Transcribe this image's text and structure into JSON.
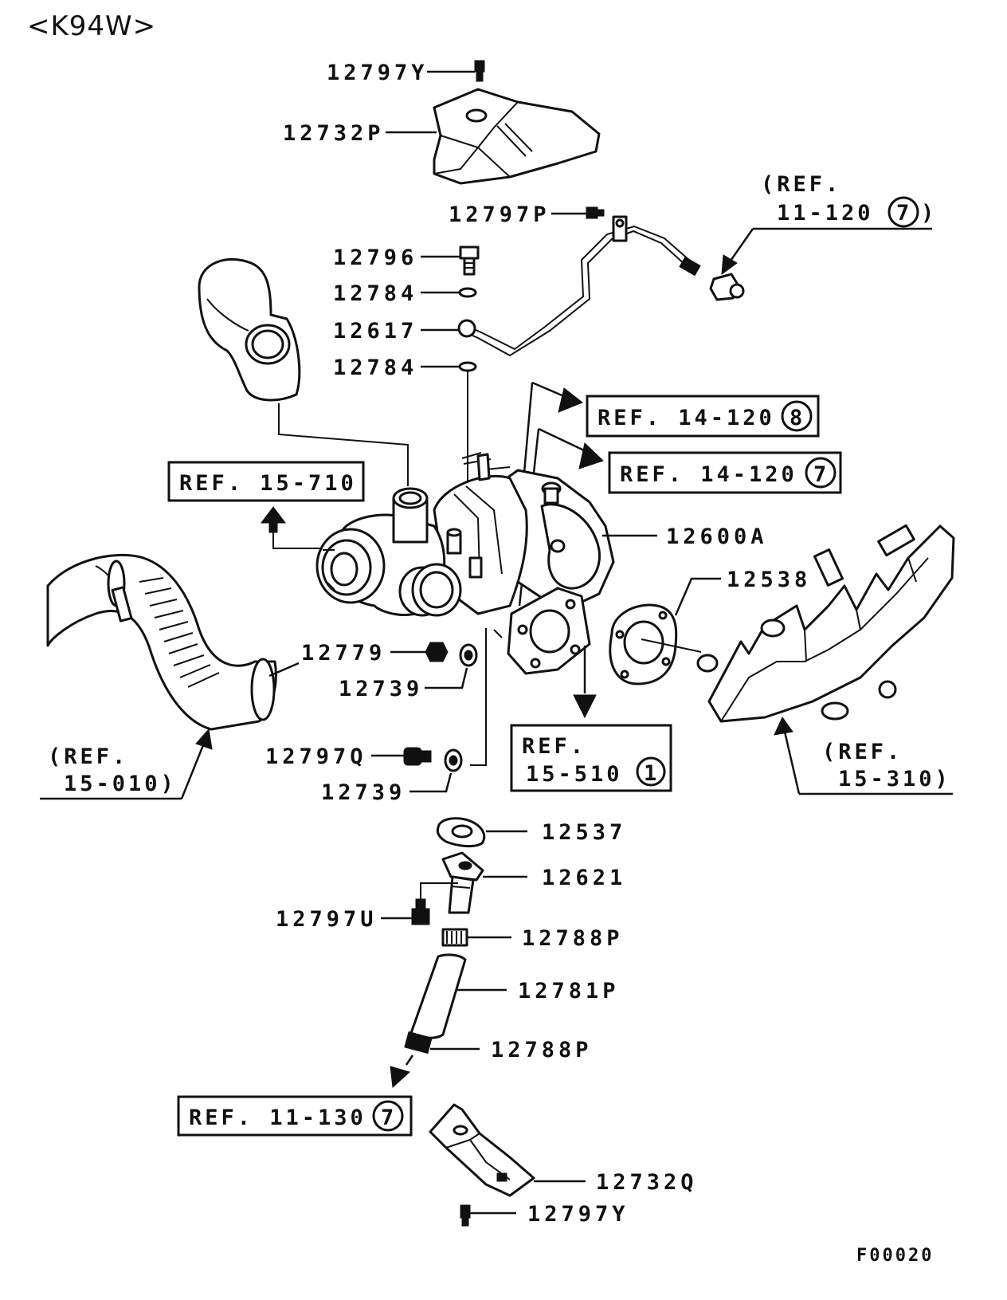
{
  "diagram": {
    "title": "<K94W>",
    "code": "F00020",
    "part_numbers": {
      "p12797Y_top": "12797Y",
      "p12732P": "12732P",
      "p12797P": "12797P",
      "p12796": "12796",
      "p12784_a": "12784",
      "p12617": "12617",
      "p12784_b": "12784",
      "p12600A": "12600A",
      "p12538": "12538",
      "p12779": "12779",
      "p12739_a": "12739",
      "p12797Q": "12797Q",
      "p12739_b": "12739",
      "p12537": "12537",
      "p12621": "12621",
      "p12797U": "12797U",
      "p12788P_a": "12788P",
      "p12781P": "12781P",
      "p12788P_b": "12788P",
      "p12732Q": "12732Q",
      "p12797Y_bottom": "12797Y"
    },
    "references": {
      "ref_11_120": {
        "line1": "(REF.",
        "line2": "11-120",
        "circle": "7",
        "close": ")"
      },
      "ref_14_120_8": {
        "text": "REF. 14-120",
        "circle": "8"
      },
      "ref_14_120_7": {
        "text": "REF. 14-120",
        "circle": "7"
      },
      "ref_15_710": {
        "text": "REF. 15-710"
      },
      "ref_15_510": {
        "line1": "REF.",
        "line2": "15-510",
        "circle": "1"
      },
      "ref_15_010": {
        "line1": "(REF.",
        "line2": "15-010)"
      },
      "ref_15_310": {
        "line1": "(REF.",
        "line2": "15-310)"
      },
      "ref_11_130": {
        "text": "REF. 11-130",
        "circle": "7"
      }
    }
  }
}
